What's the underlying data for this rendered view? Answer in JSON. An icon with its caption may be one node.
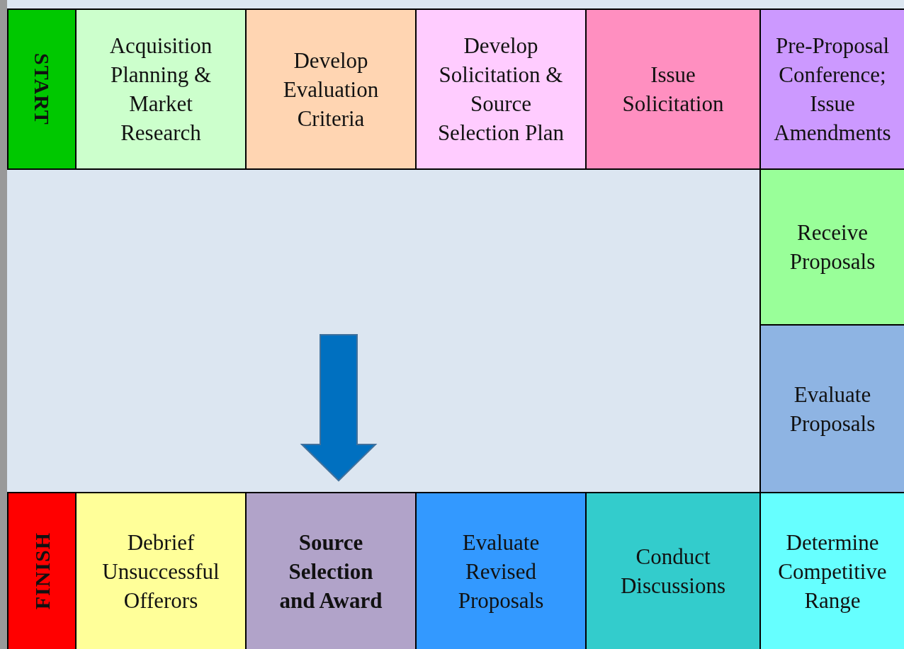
{
  "diagram": {
    "nodes": [
      {
        "text": [
          "START"
        ]
      },
      {
        "text": [
          "Acquisition Planning & Market Research"
        ]
      },
      {
        "text": [
          "Develop Evaluation Criteria"
        ]
      },
      {
        "text": [
          "Develop Solicitation & Source Selection Plan"
        ]
      },
      {
        "text": [
          "Issue Solicitation"
        ]
      },
      {
        "text": [
          "Pre-Proposal Conference; Issue Amendments"
        ]
      },
      {
        "text": [
          "Receive Proposals"
        ]
      },
      {
        "text": [
          "Evaluate Proposals"
        ]
      },
      {
        "text": [
          "FINISH"
        ]
      },
      {
        "text": [
          "Debrief Unsuccessful Offerors"
        ]
      },
      {
        "text": [
          "Source Selection and Award"
        ]
      },
      {
        "text": [
          "Evaluate Revised Proposals"
        ]
      },
      {
        "text": [
          "Conduct Discussions"
        ]
      },
      {
        "text": [
          "Determine Competitive Range"
        ]
      }
    ],
    "edges": [
      {
        "from": null,
        "to": 10,
        "arrow": "to"
      }
    ]
  }
}
